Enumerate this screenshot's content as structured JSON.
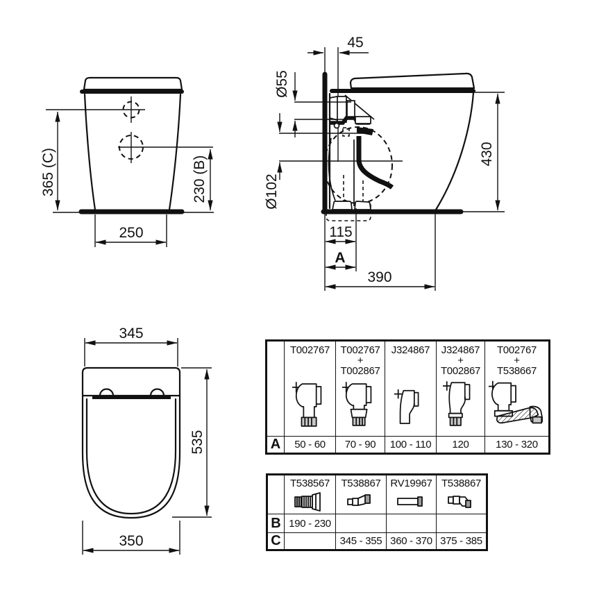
{
  "page": {
    "background": "#ffffff",
    "line_color": "#111111"
  },
  "views": {
    "front": {
      "height_total": "365 (C)",
      "outlet_height": "230 (B)",
      "base_width": "250"
    },
    "side": {
      "wall_offset": "45",
      "inlet_diameter": "Ø55",
      "outlet_diameter": "Ø102",
      "height": "430",
      "outlet_distance": "115",
      "variable_dim": "A",
      "depth": "390"
    },
    "plan": {
      "seat_width": "345",
      "depth": "535",
      "bowl_width": "350"
    }
  },
  "table_a": {
    "row_label": "A",
    "columns": [
      {
        "code": "T002767",
        "icon": "90-elbow-icon",
        "value": "50 - 60"
      },
      {
        "code": "T002767\n+\nT002867",
        "icon": "90-elbow-with-adapter-icon",
        "value": "70 - 90"
      },
      {
        "code": "J324867",
        "icon": "offset-connector-icon",
        "value": "100 - 110"
      },
      {
        "code": "J324867\n+\nT002867",
        "icon": "offset-connector-with-adapter-icon",
        "value": "120"
      },
      {
        "code": "T002767\n+\nT538667",
        "icon": "elbow-with-flexible-hose-icon",
        "value": "130 - 320"
      }
    ]
  },
  "table_bc": {
    "row_b_label": "B",
    "row_c_label": "C",
    "columns": [
      {
        "code": "T538567",
        "icon": "flexible-coupling-icon",
        "b": "190 - 230",
        "c": ""
      },
      {
        "code": "T538867",
        "icon": "step-connector-icon",
        "b": "",
        "c": "345 - 355"
      },
      {
        "code": "RV19967",
        "icon": "straight-pipe-icon",
        "b": "",
        "c": "360 - 370"
      },
      {
        "code": "T538867",
        "icon": "step-connector-icon",
        "b": "",
        "c": "375 - 385"
      }
    ]
  }
}
